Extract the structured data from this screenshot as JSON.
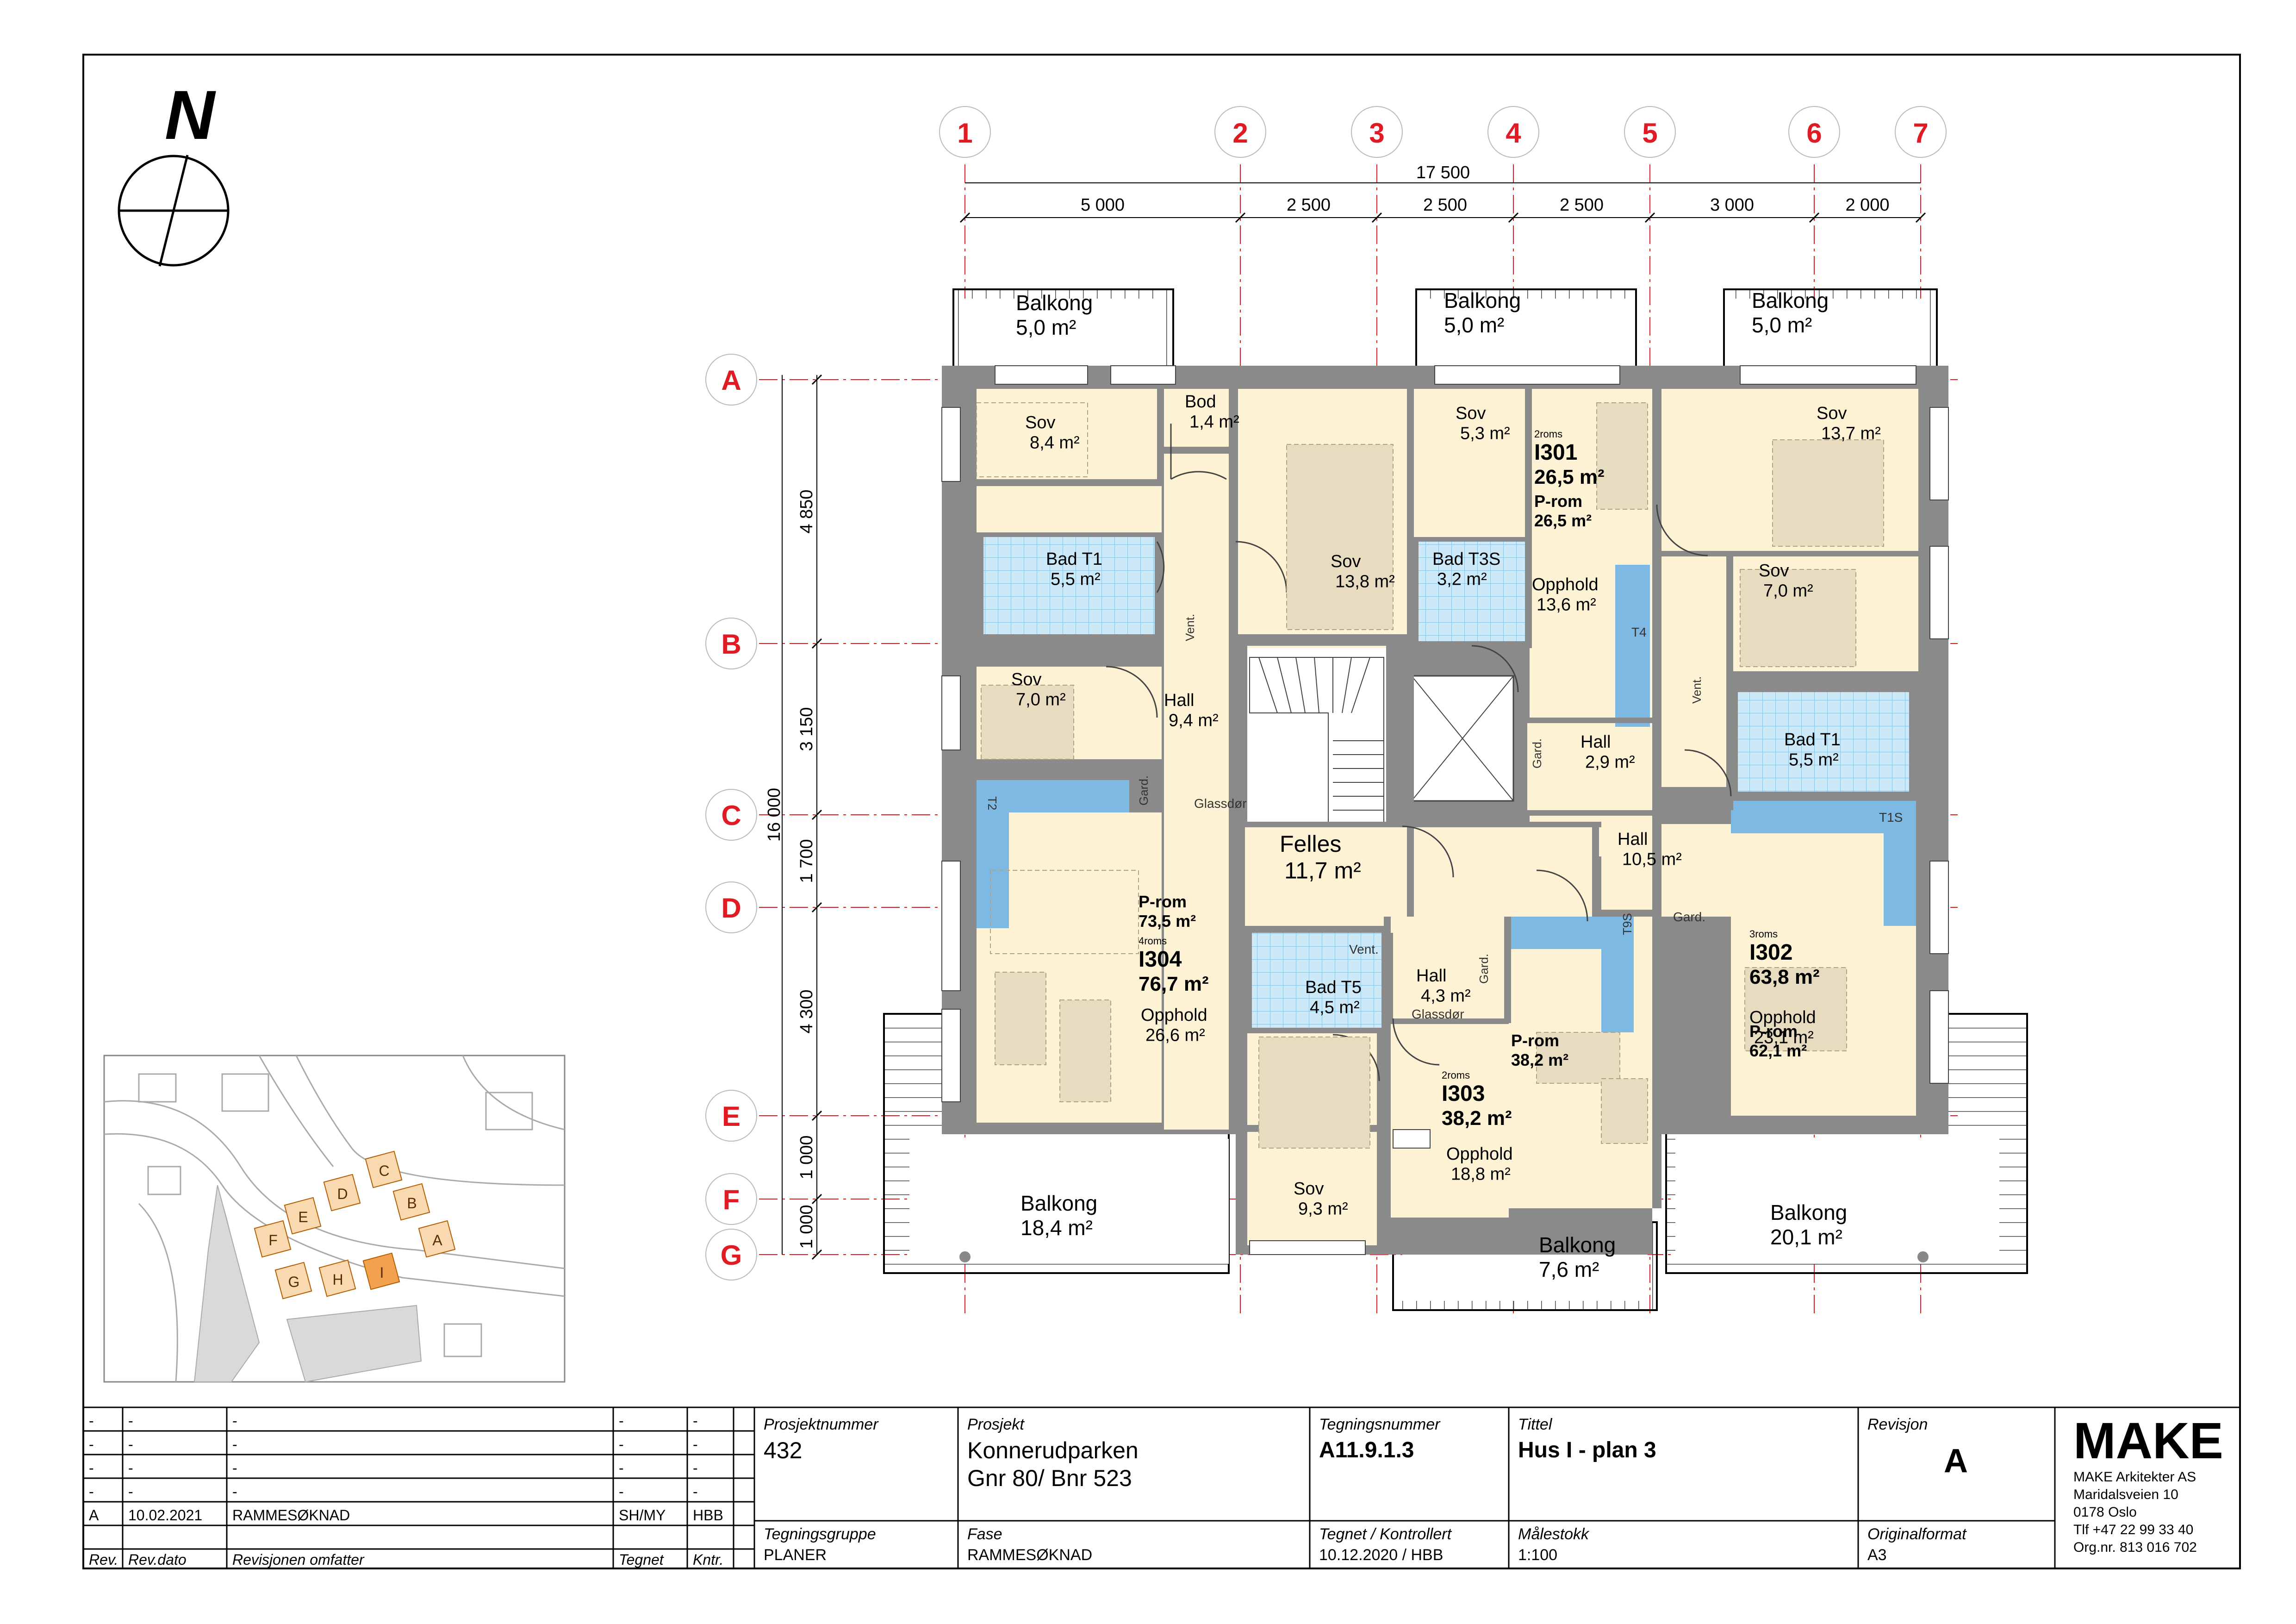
{
  "north": {
    "label": "N"
  },
  "axes": {
    "columns": [
      "1",
      "2",
      "3",
      "4",
      "5",
      "6",
      "7"
    ],
    "rows": [
      "A",
      "B",
      "C",
      "D",
      "E",
      "F",
      "G"
    ],
    "column_dims": [
      "5 000",
      "2 500",
      "2 500",
      "2 500",
      "3 000",
      "2 000"
    ],
    "total_width": "17 500",
    "row_dims": [
      "4 850",
      "3 150",
      "1 700",
      "4 300",
      "1 000",
      "1 000"
    ],
    "total_height": "16 000"
  },
  "rooms": [
    {
      "name": "Balkong",
      "area": "5,0 m²"
    },
    {
      "name": "Balkong",
      "area": "5,0 m²"
    },
    {
      "name": "Balkong",
      "area": "5,0 m²"
    },
    {
      "name": "Sov",
      "area": "8,4 m²"
    },
    {
      "name": "Bod",
      "area": "1,4 m²"
    },
    {
      "name": "Sov",
      "area": "5,3 m²"
    },
    {
      "name": "Sov",
      "area": "13,7 m²"
    },
    {
      "name": "Bad T1",
      "area": "5,5 m²"
    },
    {
      "name": "Sov",
      "area": "13,8 m²"
    },
    {
      "name": "Bad T3S",
      "area": "3,2 m²"
    },
    {
      "name": "Opphold",
      "area": "13,6 m²"
    },
    {
      "name": "Sov",
      "area": "7,0 m²"
    },
    {
      "name": "Sov",
      "area": "7,0 m²"
    },
    {
      "name": "Hall",
      "area": "9,4 m²"
    },
    {
      "name": "Hall",
      "area": "2,9 m²"
    },
    {
      "name": "Bad T1",
      "area": "5,5 m²"
    },
    {
      "name": "Felles",
      "area": "11,7 m²"
    },
    {
      "name": "Hall",
      "area": "10,5 m²"
    },
    {
      "name": "Bad T5",
      "area": "4,5 m²"
    },
    {
      "name": "Hall",
      "area": "4,3 m²"
    },
    {
      "name": "Opphold",
      "area": "26,6 m²"
    },
    {
      "name": "Opphold",
      "area": "18,8 m²"
    },
    {
      "name": "Opphold",
      "area": "23,1 m²"
    },
    {
      "name": "Sov",
      "area": "9,3 m²"
    },
    {
      "name": "Balkong",
      "area": "18,4 m²"
    },
    {
      "name": "Balkong",
      "area": "7,6 m²"
    },
    {
      "name": "Balkong",
      "area": "20,1 m²"
    }
  ],
  "units": [
    {
      "type": "2roms",
      "id": "I301",
      "area": "26,5 m²",
      "prom_label": "P-rom",
      "prom_area": "26,5 m²"
    },
    {
      "type": "4roms",
      "id": "I304",
      "area": "76,7 m²",
      "prom_label": "P-rom",
      "prom_area": "73,5 m²"
    },
    {
      "type": "2roms",
      "id": "I303",
      "area": "38,2 m²",
      "prom_label": "P-rom",
      "prom_area": "38,2 m²"
    },
    {
      "type": "3roms",
      "id": "I302",
      "area": "63,8 m²",
      "prom_label": "P-rom",
      "prom_area": "62,1 m²"
    }
  ],
  "small_labels": [
    "Vent.",
    "Vent.",
    "Vent.",
    "Gard.",
    "Gard.",
    "Gard.",
    "Gard.",
    "Glassdør",
    "Glassdør",
    "T2",
    "T4",
    "T9S",
    "T1S"
  ],
  "site_plan": {
    "buildings": [
      "A",
      "B",
      "C",
      "D",
      "E",
      "F",
      "G",
      "H",
      "I"
    ],
    "highlight": "I"
  },
  "title_block": {
    "revisions": [
      [
        "-",
        "-",
        "-",
        "-",
        "-"
      ],
      [
        "-",
        "-",
        "-",
        "-",
        "-"
      ],
      [
        "-",
        "-",
        "-",
        "-",
        "-"
      ],
      [
        "-",
        "-",
        "-",
        "-",
        "-"
      ],
      [
        "A",
        "10.02.2021",
        "RAMMESØKNAD",
        "SH/MY",
        "HBB"
      ]
    ],
    "rev_headers": [
      "Rev.",
      "Rev.dato",
      "Revisjonen omfatter",
      "Tegnet",
      "Kntr."
    ],
    "project_number_label": "Prosjektnummer",
    "project_number": "432",
    "project_label": "Prosjekt",
    "project_line1": "Konnerudparken",
    "project_line2": "Gnr 80/ Bnr 523",
    "drawing_number_label": "Tegningsnummer",
    "drawing_number": "A11.9.1.3",
    "title_label": "Tittel",
    "title": "Hus I - plan 3",
    "revision_label": "Revisjon",
    "revision": "A",
    "drawing_group_label": "Tegningsgruppe",
    "drawing_group": "PLANER",
    "phase_label": "Fase",
    "phase": "RAMMESØKNAD",
    "drawn_label": "Tegnet / Kontrollert",
    "drawn": "10.12.2020 / HBB",
    "scale_label": "Målestokk",
    "scale": "1:100",
    "format_label": "Originalformat",
    "format": "A3",
    "company_logo": "MAKE",
    "company_lines": [
      "MAKE Arkitekter AS",
      "Maridalsveien 10",
      "0178 Oslo",
      "Tlf +47 22 99 33 40",
      "Org.nr. 813 016 702"
    ]
  },
  "colors": {
    "room": "#fdf3d4",
    "bath": "#cde8f7",
    "bath_blue": "#7db9e3",
    "axis": "#e01b24",
    "wall": "#7a7a7a",
    "highlight": "#f2a14e"
  }
}
